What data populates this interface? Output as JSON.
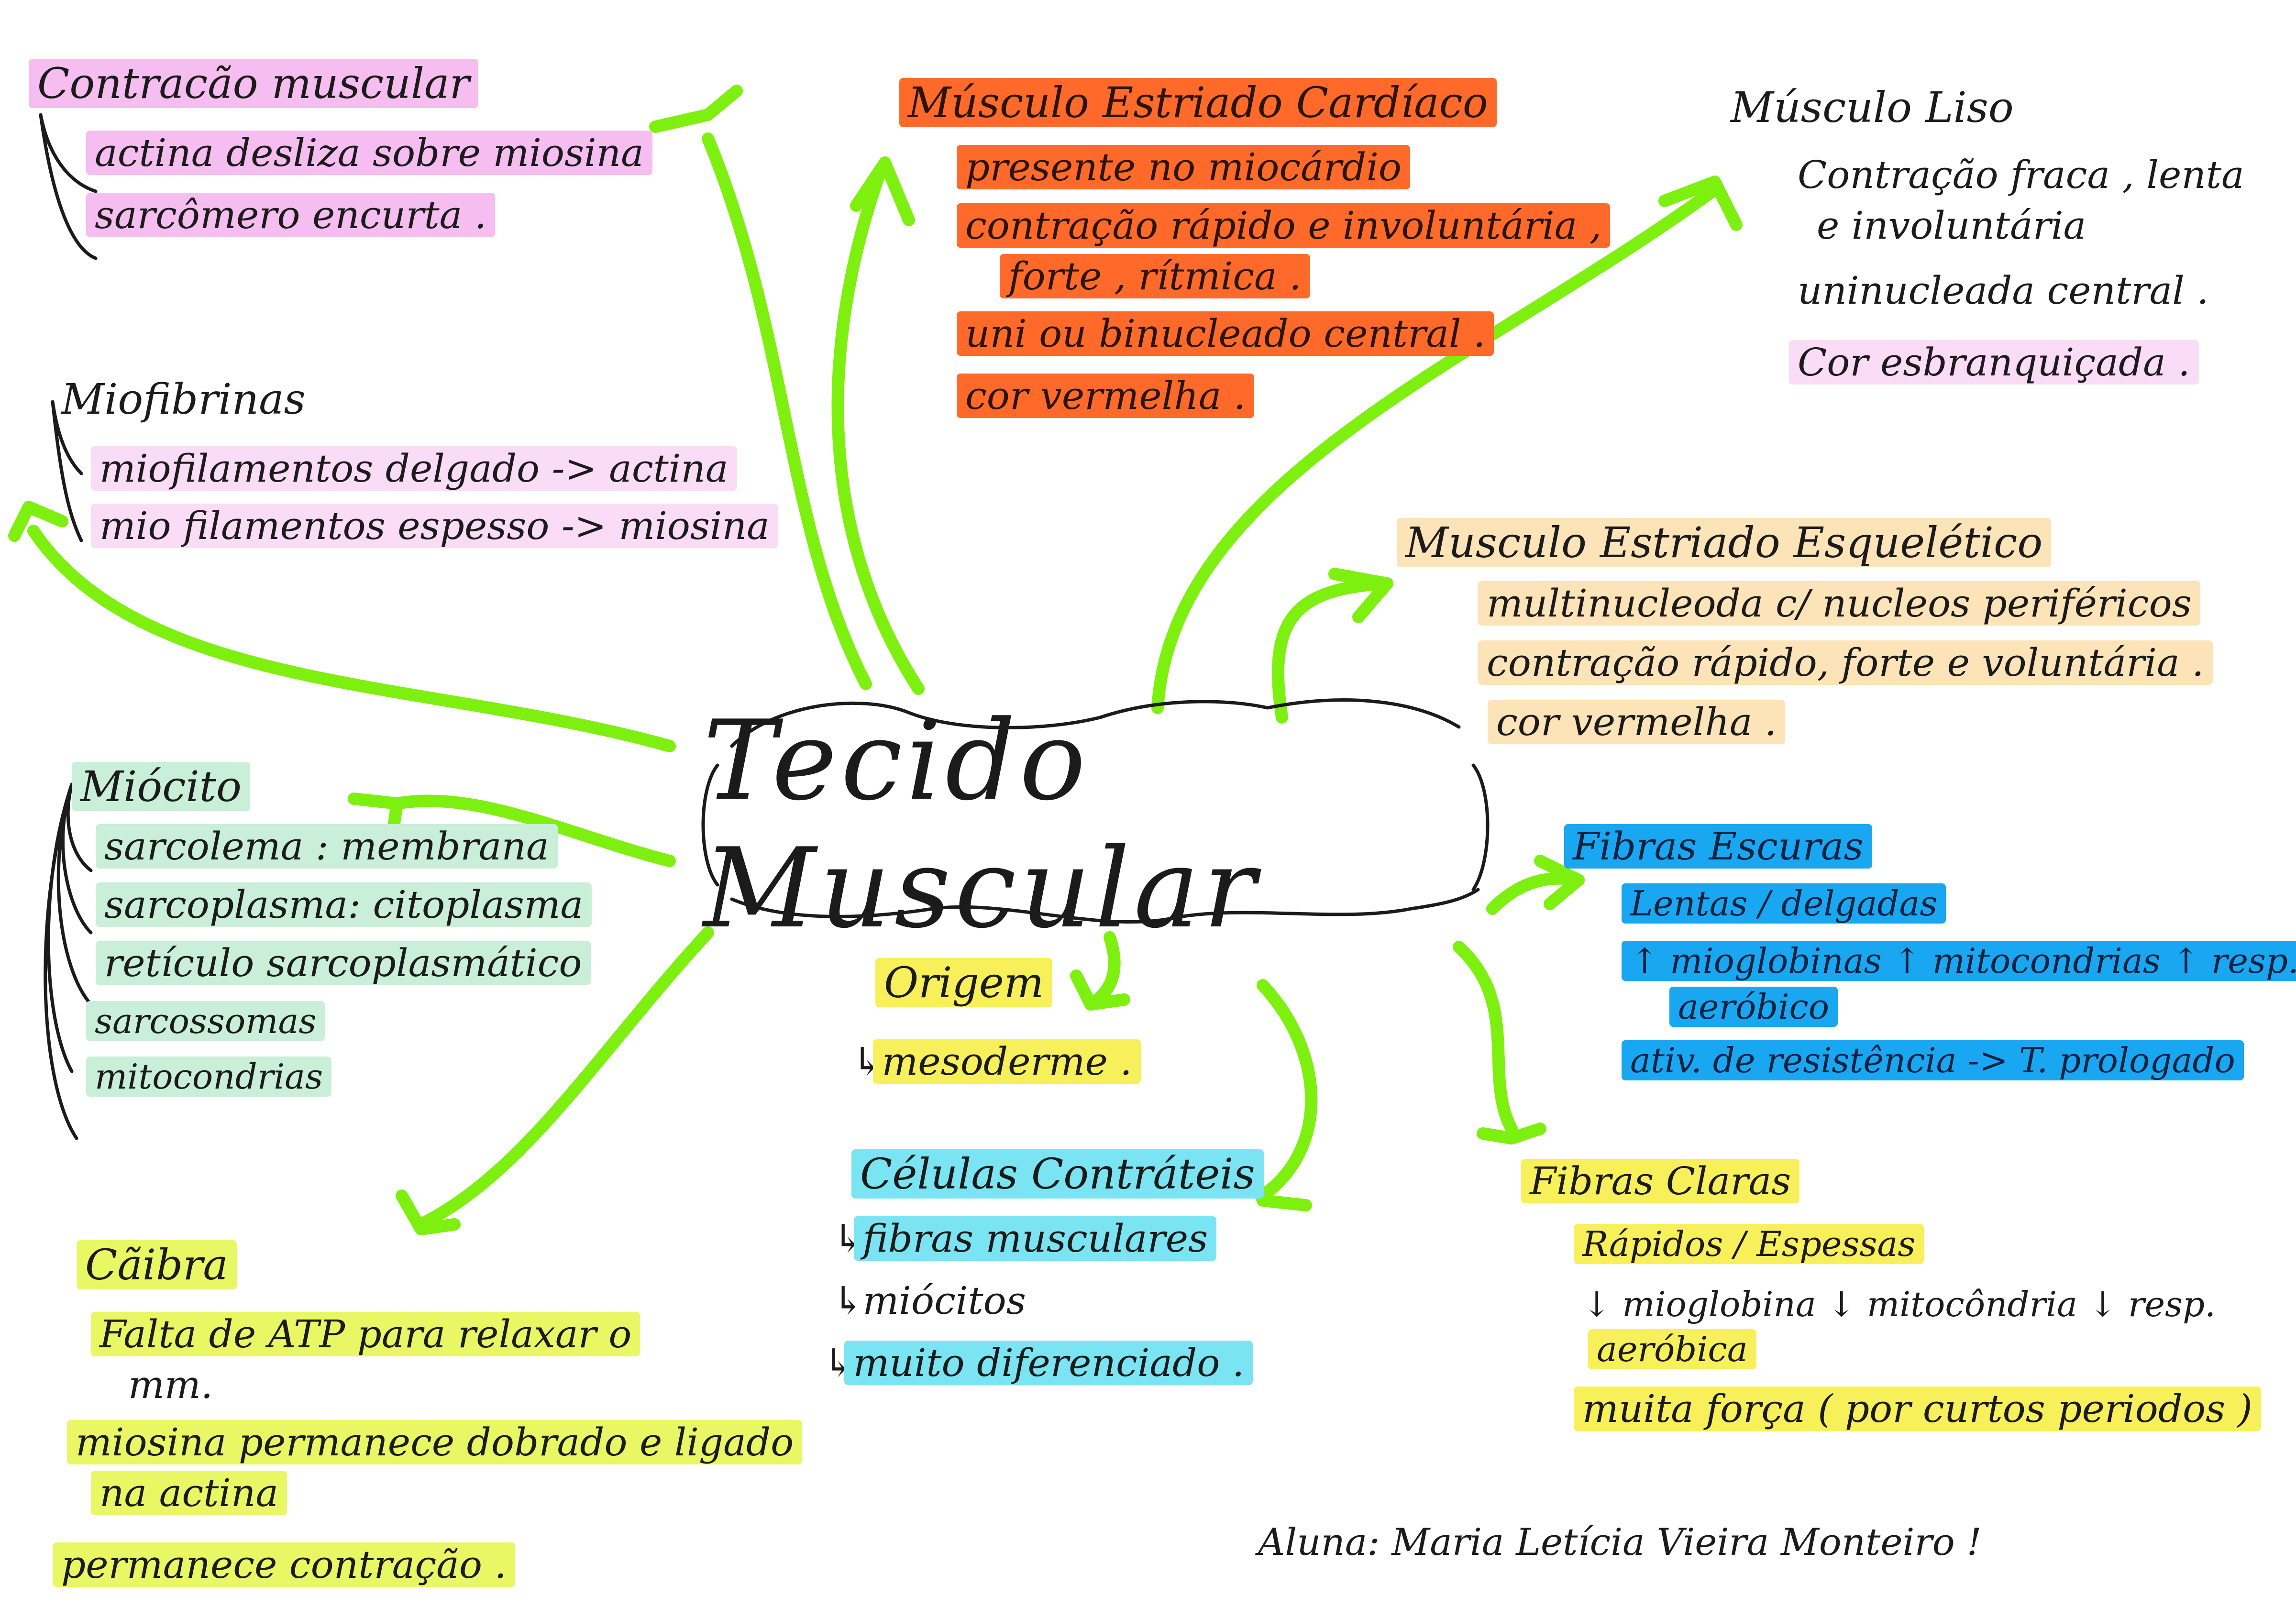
{
  "central": {
    "title": "Tecido Muscular"
  },
  "contracao": {
    "title": "Contracão muscular",
    "items": [
      "actina desliza sobre miosina",
      "sarcômero encurta ."
    ]
  },
  "miofibrinas": {
    "title": "Miofibrinas",
    "items": [
      "miofilamentos delgado -> actina",
      "mio filamentos espesso -> miosina"
    ]
  },
  "miocito": {
    "title": "Miócito",
    "items": [
      "sarcolema : membrana",
      "sarcoplasma: citoplasma",
      "retículo sarcoplasmático",
      "sarcossomas",
      "mitocondrias"
    ]
  },
  "caibra": {
    "title": "Cãibra",
    "items": [
      "Falta de ATP para relaxar o",
      "mm.",
      "miosina permanece dobrado e ligado",
      "na actina",
      "permanece contração ."
    ]
  },
  "cardiaco": {
    "title": "Músculo Estriado Cardíaco",
    "items": [
      "presente no miocárdio",
      "contração rápido e involuntária ,",
      "forte , rítmica .",
      "uni ou binucleado central .",
      "cor vermelha ."
    ]
  },
  "liso": {
    "title": "Músculo Liso",
    "items": [
      "Contração fraca , lenta",
      "e involuntária",
      "uninucleada central .",
      "Cor esbranquiçada ."
    ]
  },
  "esqueletico": {
    "title": "Musculo Estriado Esquelético",
    "items": [
      "multinucleoda c/ nucleos periféricos",
      "contração rápido, forte e voluntária .",
      "cor vermelha ."
    ]
  },
  "escuras": {
    "title": "Fibras Escuras",
    "items": [
      "Lentas / delgadas",
      "↑ mioglobinas ↑ mitocondrias ↑ resp.",
      "aeróbico",
      "ativ. de resistência -> T. prologado"
    ]
  },
  "claras": {
    "title": "Fibras Claras",
    "items": [
      "Rápidos / Espessas",
      "↓ mioglobina ↓ mitocôndria ↓ resp.",
      "aeróbica",
      "muita força ( por curtos periodos )"
    ]
  },
  "origem": {
    "title": "Origem",
    "items": [
      "mesoderme ."
    ]
  },
  "celulas": {
    "title": "Células Contráteis",
    "items": [
      "fibras musculares",
      "miócitos",
      "muito diferenciado ."
    ]
  },
  "signature": "Aluna: Maria Letícia Vieira Monteiro !",
  "colors": {
    "arrow": "#7ef010",
    "pink": "#f5bdf0",
    "orange": "#ff6a2a",
    "peach": "#fde3b8",
    "blue": "#1aa7f2",
    "cyan": "#7ae4f2",
    "yellow": "#f8f05a",
    "green": "#c9efd8"
  }
}
